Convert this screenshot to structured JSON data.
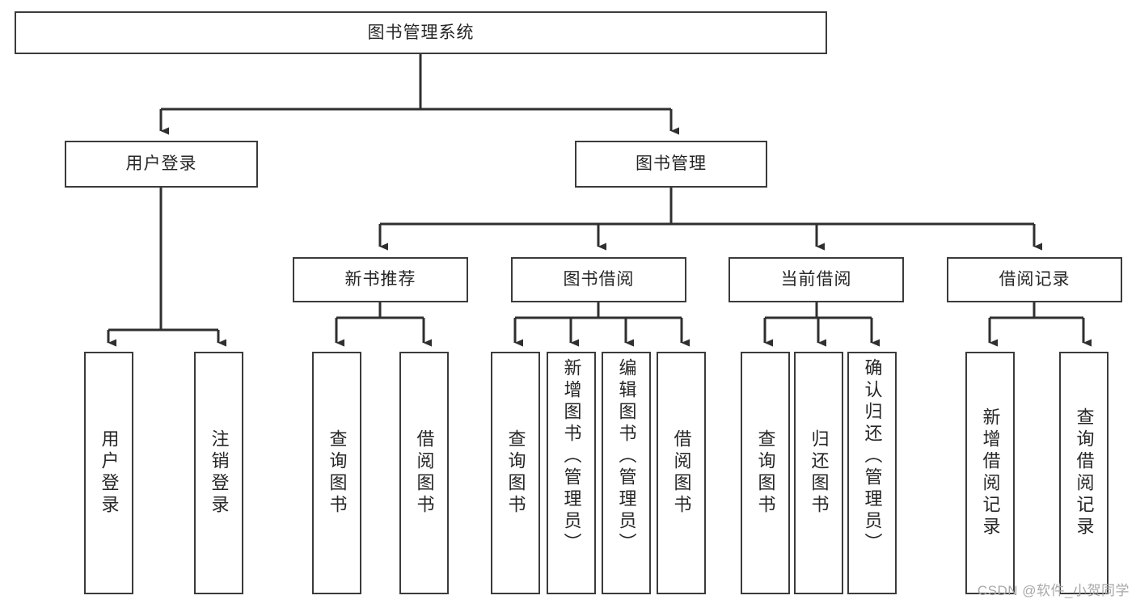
{
  "diagram": {
    "title": "图书管理系统",
    "type": "tree-hierarchy",
    "watermark": "CSDN @软件_小贺同学",
    "colors": {
      "box_border": "#3b3b3b",
      "box_fill": "#ffffff",
      "connector": "#2f2f2f",
      "text": "#262626",
      "watermark": "#a8a8a8"
    },
    "root": {
      "label": "图书管理系统"
    },
    "level2": [
      {
        "label": "用户登录"
      },
      {
        "label": "图书管理"
      }
    ],
    "level3": [
      {
        "label": "新书推荐"
      },
      {
        "label": "图书借阅"
      },
      {
        "label": "当前借阅"
      },
      {
        "label": "借阅记录"
      }
    ],
    "leaves": {
      "user_login": [
        {
          "label": "用户登录"
        },
        {
          "label": "注销登录"
        }
      ],
      "new_book": [
        {
          "label": "查询图书"
        },
        {
          "label": "借阅图书"
        }
      ],
      "book_borrow": [
        {
          "label": "查询图书"
        },
        {
          "label": "新增图书（管理员）"
        },
        {
          "label": "编辑图书（管理员）"
        },
        {
          "label": "借阅图书"
        }
      ],
      "current_borrow": [
        {
          "label": "查询图书"
        },
        {
          "label": "归还图书"
        },
        {
          "label": "确认归还（管理员）"
        }
      ],
      "borrow_record": [
        {
          "label": "新增借阅记录"
        },
        {
          "label": "查询借阅记录"
        }
      ]
    }
  }
}
